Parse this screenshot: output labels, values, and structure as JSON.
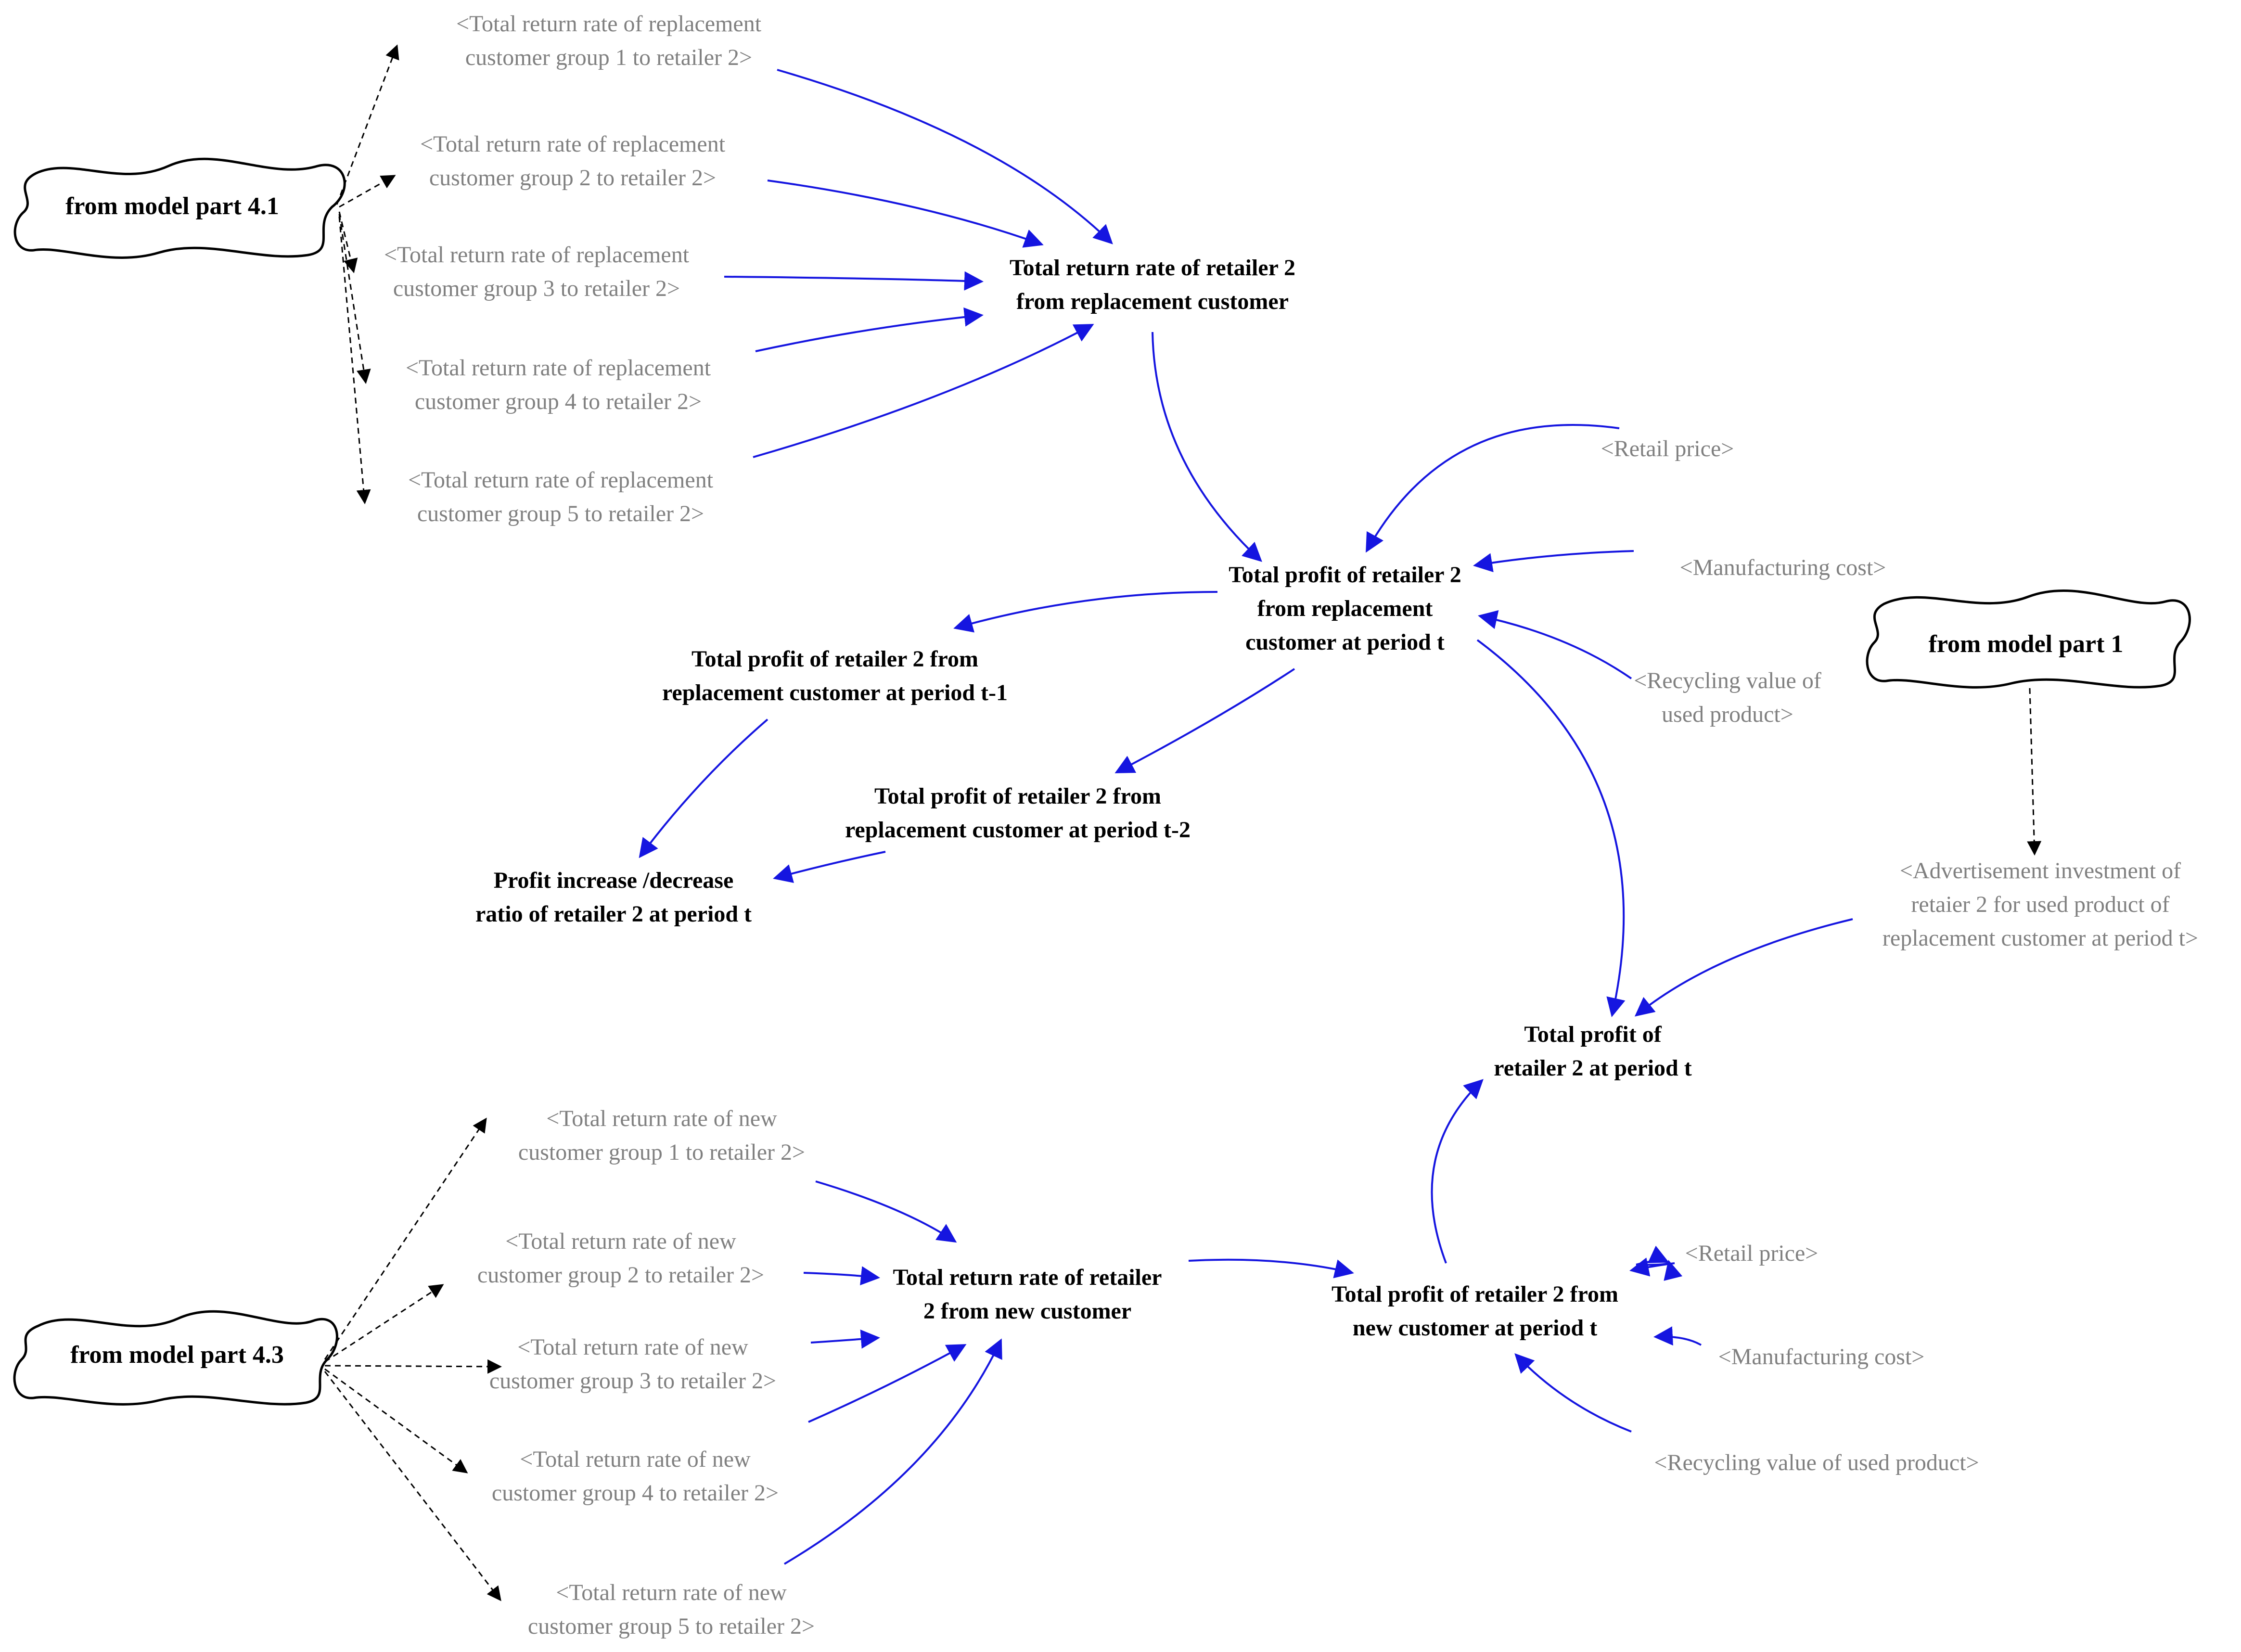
{
  "colors": {
    "causal_arrow": "#1515e0",
    "info_arrow": "#000000",
    "shadow_text": "#808080",
    "main_text": "#000000"
  },
  "clouds": {
    "c41": "from model part 4.1",
    "c1": "from model part 1",
    "c43": "from model part 4.3"
  },
  "nodes": {
    "rg1": [
      "<Total return rate of replacement",
      "customer group 1 to retailer 2>"
    ],
    "rg2": [
      "<Total return rate of replacement",
      "customer group 2 to retailer 2>"
    ],
    "rg3": [
      "<Total return rate of replacement",
      "customer group 3 to retailer 2>"
    ],
    "rg4": [
      "<Total return rate of replacement",
      "customer group 4 to retailer 2>"
    ],
    "rg5": [
      "<Total return rate of replacement",
      "customer group 5 to retailer 2>"
    ],
    "trr_rep": [
      "Total return rate of retailer 2",
      "from replacement customer"
    ],
    "retail1": [
      "<Retail price>"
    ],
    "manuf1": [
      "<Manufacturing cost>"
    ],
    "recyc1": [
      "<Recycling value of",
      "used product>"
    ],
    "tp_rep_t": [
      "Total profit of retailer 2",
      "from replacement",
      "customer at period t"
    ],
    "tp_rep_t1": [
      "Total profit of retailer 2 from",
      "replacement customer at period t-1"
    ],
    "tp_rep_t2": [
      "Total profit of retailer 2 from",
      "replacement customer at period t-2"
    ],
    "pid": [
      "Profit increase /decrease",
      "ratio of retailer 2 at period t"
    ],
    "adv": [
      "<Advertisement investment of",
      "retaier 2 for used product of",
      "replacement customer at period t>"
    ],
    "tp_t": [
      "Total profit of",
      "retailer 2 at period t"
    ],
    "ng1": [
      "<Total return rate of new",
      "customer group 1 to retailer 2>"
    ],
    "ng2": [
      "<Total return rate of new",
      "customer group 2 to retailer 2>"
    ],
    "ng3": [
      "<Total return rate of new",
      "customer group 3 to retailer 2>"
    ],
    "ng4": [
      "<Total return rate of new",
      "customer group 4 to retailer 2>"
    ],
    "ng5": [
      "<Total return rate of new",
      "customer group 5 to retailer 2>"
    ],
    "trr_new": [
      "Total return rate of retailer",
      "2 from new customer"
    ],
    "tp_new": [
      "Total profit of retailer 2 from",
      "new customer at period t"
    ],
    "retail2": [
      "<Retail price>"
    ],
    "manuf2": [
      "<Manufacturing cost>"
    ],
    "recyc2": [
      "<Recycling value of used product>"
    ]
  }
}
